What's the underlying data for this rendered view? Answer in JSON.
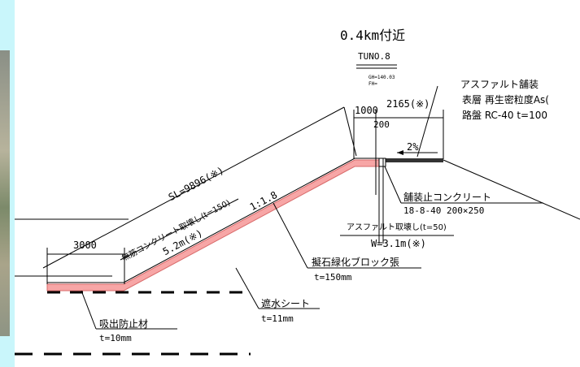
{
  "header": {
    "location": "0.4km付近",
    "section": "TUNO.8",
    "gh": "GH=140.03",
    "fh": "FH="
  },
  "pavement": {
    "title": "アスファルト舗装",
    "surface": "表層 再生密粒度As(",
    "base": "路盤 RC-40 t=100"
  },
  "dims": {
    "d1000": "1000",
    "d2165": "2165(※)",
    "d200": "200",
    "slope_pct": "2%",
    "sl": "SL=9896(※)",
    "d3000": "3000",
    "ratio": "1:1.8",
    "w": "W=3.1m(※)"
  },
  "notes": {
    "removal_label": "無筋コンクリート取壊し(t=150)",
    "removal_len": "5.2m(※)",
    "asphalt_removal": "アスファルト取壊し(t=50)",
    "curb_title": "舗装止コンクリート",
    "curb_spec": "18-8-40 200×250",
    "block_title": "擬石緑化ブロック張",
    "block_t": "t=150mm",
    "sheet_title": "遮水シート",
    "sheet_t": "t=11mm",
    "mat_title": "吸出防止材",
    "mat_t": "t=10mm"
  },
  "colors": {
    "background": "#c9f6fb",
    "drawing": "#ffffff",
    "revetment": "#f7a6a6"
  }
}
